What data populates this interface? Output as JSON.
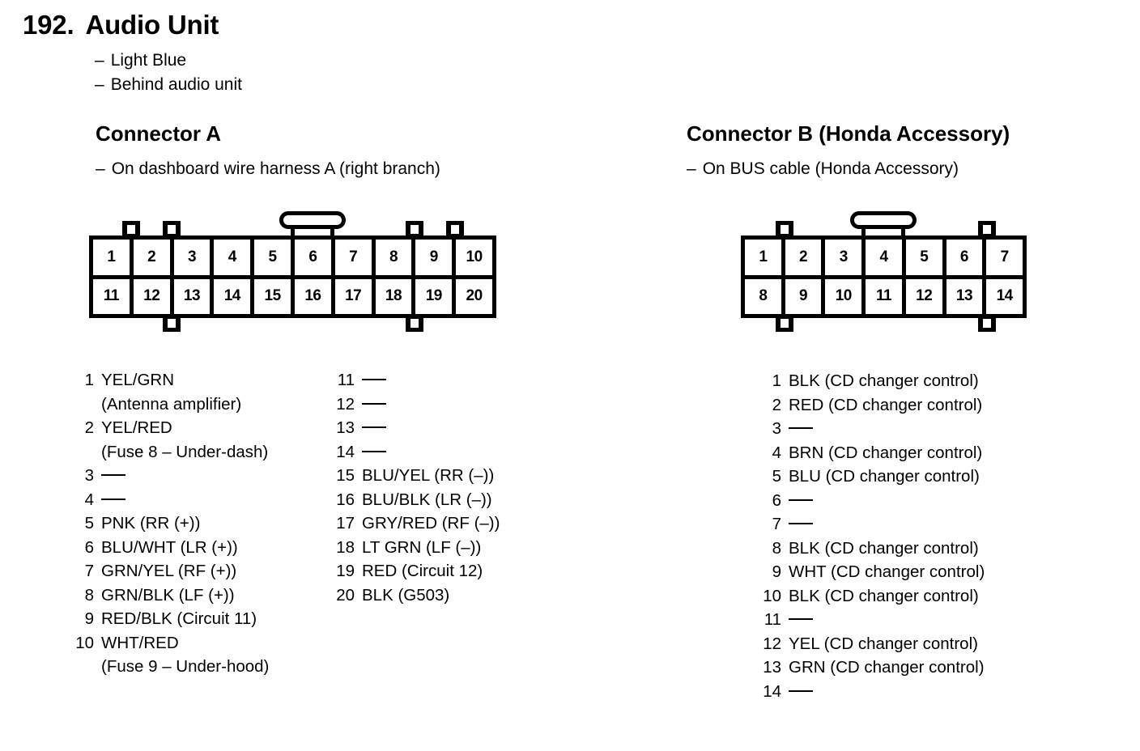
{
  "page": {
    "number": "192.",
    "title": "Audio Unit",
    "notes": [
      {
        "dash": "–",
        "text": "Light Blue"
      },
      {
        "dash": "–",
        "text": "Behind audio unit"
      }
    ]
  },
  "connector_a": {
    "heading": "Connector A",
    "note": {
      "dash": "–",
      "text": "On dashboard wire harness A (right branch)"
    },
    "diagram": {
      "columns": 10,
      "rows": 2,
      "top_row": [
        "1",
        "2",
        "3",
        "4",
        "5",
        "6",
        "7",
        "8",
        "9",
        "10"
      ],
      "bottom_row": [
        "11",
        "12",
        "13",
        "14",
        "15",
        "16",
        "17",
        "18",
        "19",
        "20"
      ]
    },
    "pins_left": [
      {
        "num": "1",
        "label": "YEL/GRN",
        "cont": "(Antenna amplifier)"
      },
      {
        "num": "2",
        "label": "YEL/RED",
        "cont": "(Fuse 8 – Under-dash)"
      },
      {
        "num": "3",
        "label": "",
        "empty": true
      },
      {
        "num": "4",
        "label": "",
        "empty": true
      },
      {
        "num": "5",
        "label": "PNK (RR (+))"
      },
      {
        "num": "6",
        "label": "BLU/WHT (LR (+))"
      },
      {
        "num": "7",
        "label": "GRN/YEL (RF (+))"
      },
      {
        "num": "8",
        "label": "GRN/BLK (LF (+))"
      },
      {
        "num": "9",
        "label": "RED/BLK (Circuit 11)"
      },
      {
        "num": "10",
        "label": "WHT/RED",
        "cont": "(Fuse 9 – Under-hood)"
      }
    ],
    "pins_right": [
      {
        "num": "11",
        "label": "",
        "empty": true
      },
      {
        "num": "12",
        "label": "",
        "empty": true
      },
      {
        "num": "13",
        "label": "",
        "empty": true
      },
      {
        "num": "14",
        "label": "",
        "empty": true
      },
      {
        "num": "15",
        "label": "BLU/YEL (RR (–))"
      },
      {
        "num": "16",
        "label": "BLU/BLK (LR (–))"
      },
      {
        "num": "17",
        "label": "GRY/RED (RF (–))"
      },
      {
        "num": "18",
        "label": "LT GRN (LF (–))"
      },
      {
        "num": "19",
        "label": "RED (Circuit 12)"
      },
      {
        "num": "20",
        "label": "BLK (G503)"
      }
    ]
  },
  "connector_b": {
    "heading": "Connector B (Honda Accessory)",
    "note": {
      "dash": "–",
      "text": "On BUS cable (Honda Accessory)"
    },
    "diagram": {
      "columns": 7,
      "rows": 2,
      "top_row": [
        "1",
        "2",
        "3",
        "4",
        "5",
        "6",
        "7"
      ],
      "bottom_row": [
        "8",
        "9",
        "10",
        "11",
        "12",
        "13",
        "14"
      ]
    },
    "pins": [
      {
        "num": "1",
        "label": "BLK (CD changer control)"
      },
      {
        "num": "2",
        "label": "RED (CD changer control)"
      },
      {
        "num": "3",
        "label": "",
        "empty": true
      },
      {
        "num": "4",
        "label": "BRN (CD changer control)"
      },
      {
        "num": "5",
        "label": "BLU (CD changer control)"
      },
      {
        "num": "6",
        "label": "",
        "empty": true
      },
      {
        "num": "7",
        "label": "",
        "empty": true
      },
      {
        "num": "8",
        "label": "BLK (CD changer control)"
      },
      {
        "num": "9",
        "label": "WHT (CD changer control)"
      },
      {
        "num": "10",
        "label": "BLK (CD changer control)"
      },
      {
        "num": "11",
        "label": "",
        "empty": true
      },
      {
        "num": "12",
        "label": "YEL (CD changer control)"
      },
      {
        "num": "13",
        "label": "GRN (CD changer control)"
      },
      {
        "num": "14",
        "label": "",
        "empty": true
      }
    ]
  },
  "colors": {
    "ink": "#000000",
    "paper": "#ffffff"
  }
}
